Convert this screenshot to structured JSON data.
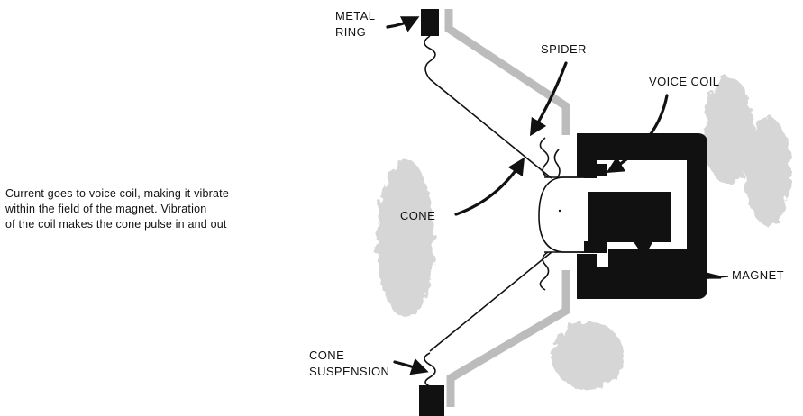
{
  "caption": {
    "line1": "Current goes to voice coil, making it vibrate",
    "line2": "within the field of the magnet. Vibration",
    "line3": "of the coil makes the cone pulse in and out"
  },
  "labels": {
    "metal_ring": [
      "METAL",
      "RING"
    ],
    "spider": "SPIDER",
    "voice_coil": "VOICE COIL",
    "cone": "CONE",
    "magnet": "MAGNET",
    "cone_suspension": [
      "CONE",
      "SUSPENSION"
    ]
  },
  "colors": {
    "ink": "#111111",
    "frame_gray": "#bcbcbc",
    "smudge_gray": "#cfcfcf"
  }
}
